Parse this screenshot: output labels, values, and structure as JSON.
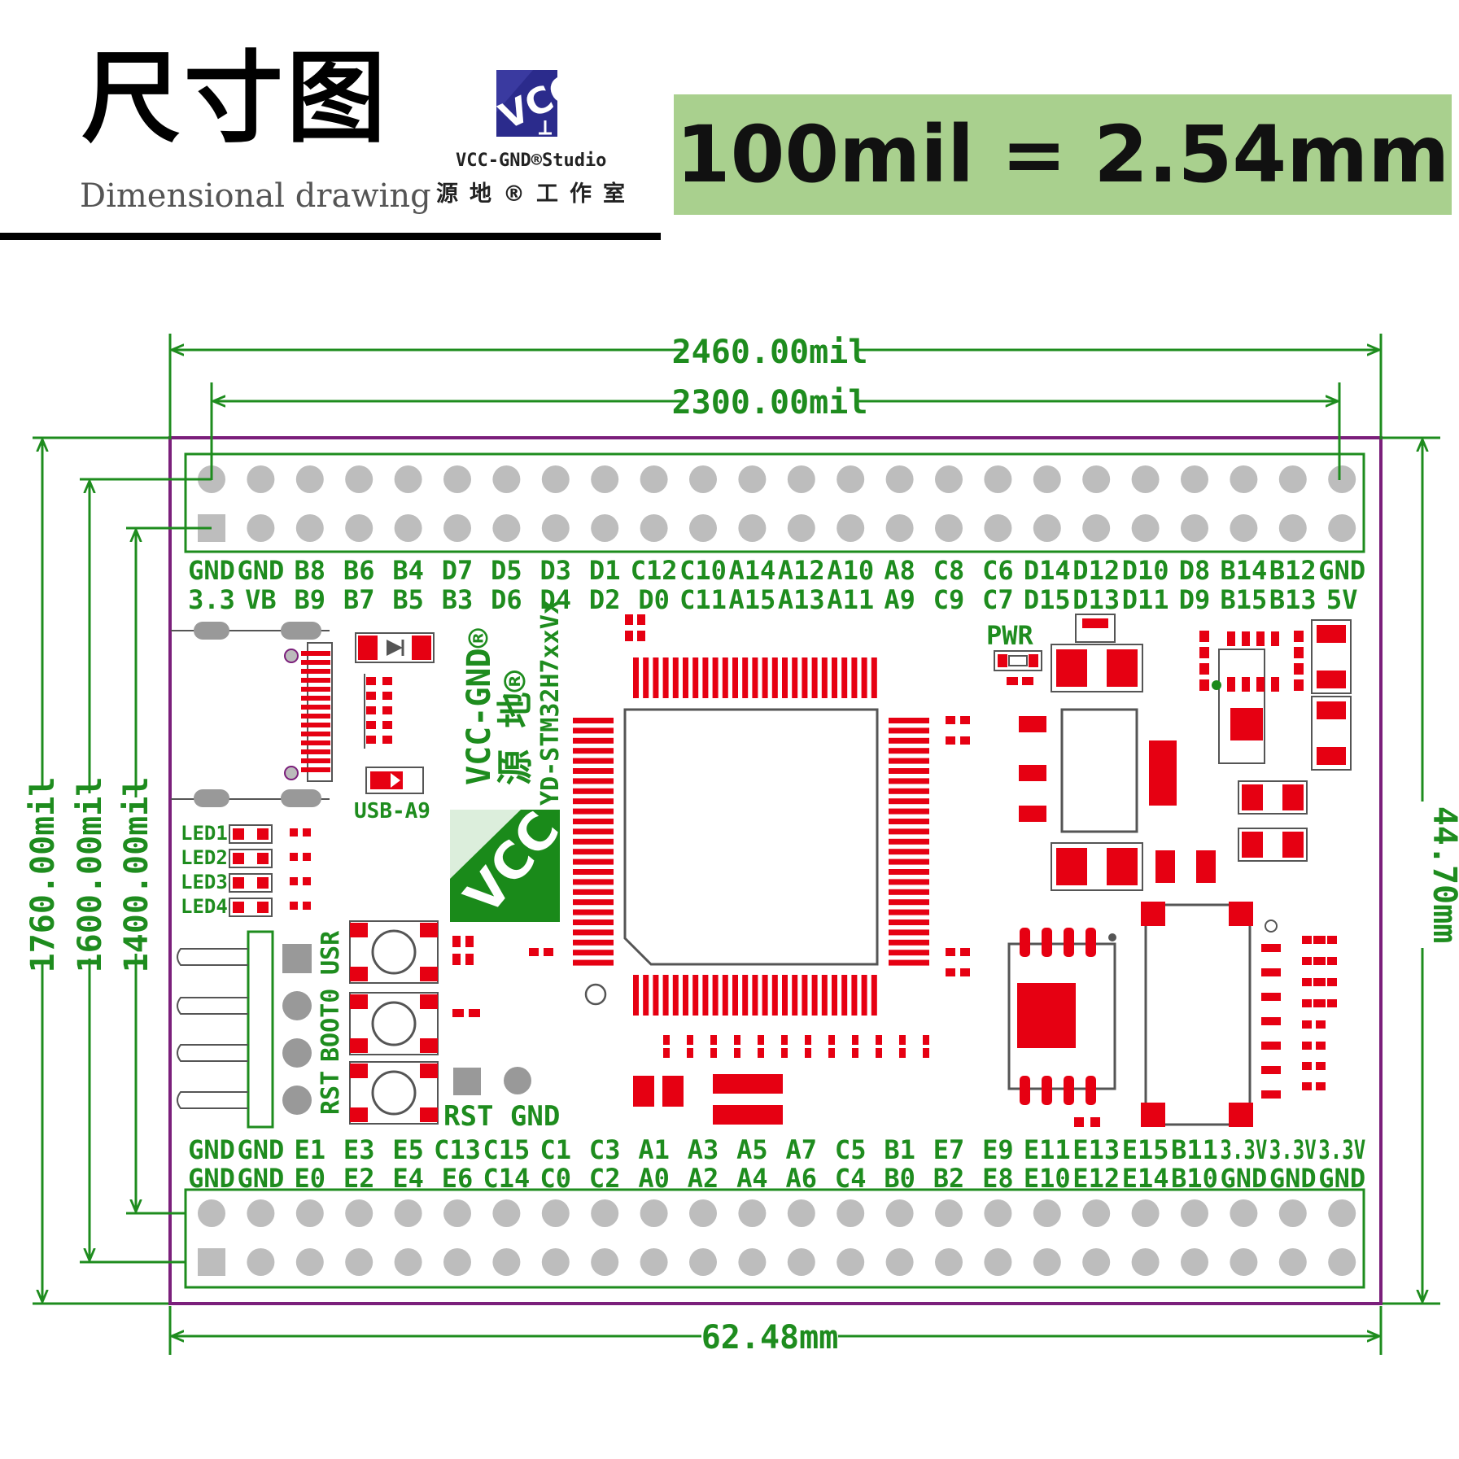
{
  "header": {
    "title": "尺寸图",
    "subtitle": "Dimensional drawing",
    "brand_name": "VCC-GND®Studio",
    "brand_cn": "源地®工作室",
    "logo_text": "VCC"
  },
  "scale_note": "100mil = 2.54mm",
  "dimensions": {
    "width_outer": "2460.00mil",
    "width_pins": "2300.00mil",
    "width_mm": "62.48mm",
    "height_outer": "1760.00mil",
    "height_mid": "1600.00mil",
    "height_inner": "1400.00mil",
    "height_mm": "44.70mm"
  },
  "top_header": {
    "row1": [
      "GND",
      "GND",
      "B8",
      "B6",
      "B4",
      "D7",
      "D5",
      "D3",
      "D1",
      "C12",
      "C10",
      "A14",
      "A12",
      "A10",
      "A8",
      "C8",
      "C6",
      "D14",
      "D12",
      "D10",
      "D8",
      "B14",
      "B12",
      "GND"
    ],
    "row2": [
      "3.3",
      "VB",
      "B9",
      "B7",
      "B5",
      "B3",
      "D6",
      "D4",
      "D2",
      "D0",
      "C11",
      "A15",
      "A13",
      "A11",
      "A9",
      "C9",
      "C7",
      "D15",
      "D13",
      "D11",
      "D9",
      "B15",
      "B13",
      "5V"
    ]
  },
  "bottom_header": {
    "row1": [
      "GND",
      "GND",
      "E1",
      "E3",
      "E5",
      "C13",
      "C15",
      "C1",
      "C3",
      "A1",
      "A3",
      "A5",
      "A7",
      "C5",
      "B1",
      "E7",
      "E9",
      "E11",
      "E13",
      "E15",
      "B11",
      "3.3V",
      "3.3V",
      "3.3V"
    ],
    "row2": [
      "GND",
      "GND",
      "E0",
      "E2",
      "E4",
      "E6",
      "C14",
      "C0",
      "C2",
      "A0",
      "A2",
      "A4",
      "A6",
      "C4",
      "B0",
      "B2",
      "E8",
      "E10",
      "E12",
      "E14",
      "B10",
      "GND",
      "GND",
      "GND"
    ]
  },
  "board_labels": {
    "usb": "USB-A9",
    "pwr": "PWR",
    "leds": [
      "LED1",
      "LED2",
      "LED3",
      "LED4"
    ],
    "buttons": [
      "USR",
      "BOOT0",
      "RST"
    ],
    "rst_gnd": "RST GND",
    "brand": "VCC-GND®",
    "brand_cn": "源 地®",
    "model": "YD-STM32H7xxVx"
  },
  "colors": {
    "dimension": "#1e8c1e",
    "board_outline": "#7b1f7b",
    "pad": "#e60012",
    "pin": "#bdbdbd",
    "logo_green": "#1a8a1a",
    "logo_blue": "#2b2b8c",
    "scale_box": "#a9d08e"
  }
}
